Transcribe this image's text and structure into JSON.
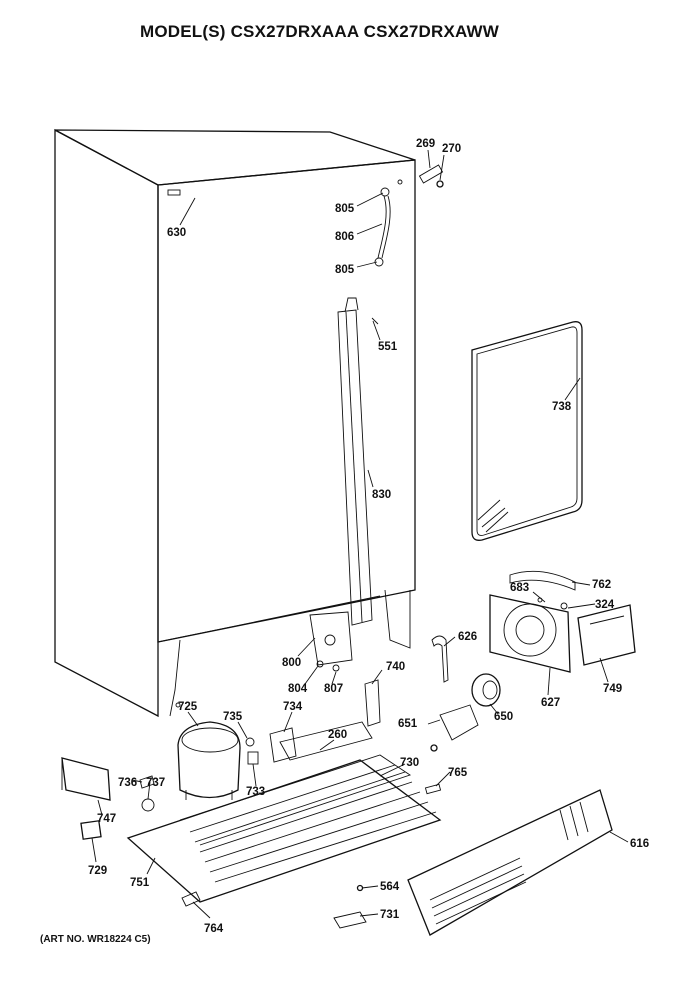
{
  "header": {
    "title": "MODEL(S) CSX27DRXAAA  CSX27DRXAWW"
  },
  "footer": {
    "art_no": "(ART NO. WR18224 C5)"
  },
  "callouts": [
    {
      "id": "269",
      "name": "part-269-label",
      "label": "269"
    },
    {
      "id": "270",
      "name": "part-270-label",
      "label": "270"
    },
    {
      "id": "630",
      "name": "part-630-label",
      "label": "630"
    },
    {
      "id": "805a",
      "name": "part-805-top-label",
      "label": "805"
    },
    {
      "id": "806",
      "name": "part-806-label",
      "label": "806"
    },
    {
      "id": "805b",
      "name": "part-805-bottom-label",
      "label": "805"
    },
    {
      "id": "551",
      "name": "part-551-label",
      "label": "551"
    },
    {
      "id": "738",
      "name": "part-738-label",
      "label": "738"
    },
    {
      "id": "830",
      "name": "part-830-label",
      "label": "830"
    },
    {
      "id": "683",
      "name": "part-683-label",
      "label": "683"
    },
    {
      "id": "762",
      "name": "part-762-label",
      "label": "762"
    },
    {
      "id": "324",
      "name": "part-324-label",
      "label": "324"
    },
    {
      "id": "626",
      "name": "part-626-label",
      "label": "626"
    },
    {
      "id": "800",
      "name": "part-800-label",
      "label": "800"
    },
    {
      "id": "740",
      "name": "part-740-label",
      "label": "740"
    },
    {
      "id": "749",
      "name": "part-749-label",
      "label": "749"
    },
    {
      "id": "627",
      "name": "part-627-label",
      "label": "627"
    },
    {
      "id": "804",
      "name": "part-804-label",
      "label": "804"
    },
    {
      "id": "807",
      "name": "part-807-label",
      "label": "807"
    },
    {
      "id": "725",
      "name": "part-725-label",
      "label": "725"
    },
    {
      "id": "735",
      "name": "part-735-label",
      "label": "735"
    },
    {
      "id": "734",
      "name": "part-734-label",
      "label": "734"
    },
    {
      "id": "651",
      "name": "part-651-label",
      "label": "651"
    },
    {
      "id": "650",
      "name": "part-650-label",
      "label": "650"
    },
    {
      "id": "260",
      "name": "part-260-label",
      "label": "260"
    },
    {
      "id": "730",
      "name": "part-730-label",
      "label": "730"
    },
    {
      "id": "765",
      "name": "part-765-label",
      "label": "765"
    },
    {
      "id": "736",
      "name": "part-736-label",
      "label": "736"
    },
    {
      "id": "737",
      "name": "part-737-label",
      "label": "737"
    },
    {
      "id": "733",
      "name": "part-733-label",
      "label": "733"
    },
    {
      "id": "747",
      "name": "part-747-label",
      "label": "747"
    },
    {
      "id": "616",
      "name": "part-616-label",
      "label": "616"
    },
    {
      "id": "729",
      "name": "part-729-label",
      "label": "729"
    },
    {
      "id": "751",
      "name": "part-751-label",
      "label": "751"
    },
    {
      "id": "564",
      "name": "part-564-label",
      "label": "564"
    },
    {
      "id": "731",
      "name": "part-731-label",
      "label": "731"
    },
    {
      "id": "764",
      "name": "part-764-label",
      "label": "764"
    }
  ]
}
